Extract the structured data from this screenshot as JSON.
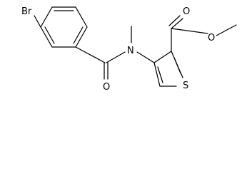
{
  "molecule": {
    "atom_labels": {
      "bromine": "Br",
      "amide_oxygen": "O",
      "nitrogen": "N",
      "ester_carbonyl_oxygen": "O",
      "ester_ether_oxygen": "O",
      "sulfur": "S"
    }
  },
  "colors": {
    "bond": "#000000",
    "label": "#000000",
    "background": "#ffffff"
  }
}
